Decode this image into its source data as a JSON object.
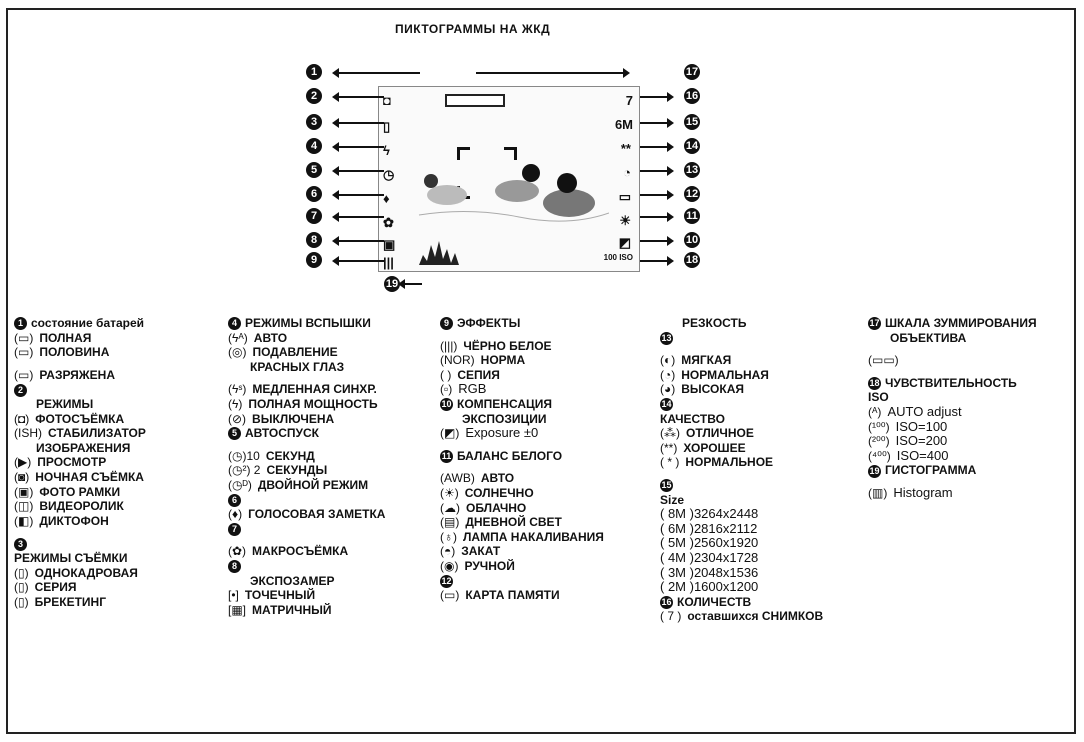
{
  "title": "ПИКТОГРАММЫ НА ЖКД",
  "diagram": {
    "left_numbers": [
      "1",
      "2",
      "3",
      "4",
      "5",
      "6",
      "7",
      "8",
      "9"
    ],
    "right_numbers": [
      "17",
      "16",
      "15",
      "14",
      "13",
      "12",
      "11",
      "10",
      "18"
    ],
    "bottom_number": "19",
    "lcd_readout": {
      "count": "7",
      "size": "6M",
      "iso": "100 ISO"
    }
  },
  "columns": [
    [
      {
        "num": "1",
        "text": "состояние батарей",
        "head": true
      },
      {
        "icon": "(▭)",
        "text": "ПОЛНАЯ"
      },
      {
        "icon": "(▭)",
        "text": "ПОЛОВИНА"
      },
      {
        "gap": true
      },
      {
        "icon": "(▭)",
        "text": "РАЗРЯЖЕНА"
      },
      {
        "num": "2",
        "text": ""
      },
      {
        "text": "РЕЖИМЫ",
        "head": true,
        "indent": true
      },
      {
        "icon": "(◘)",
        "text": "ФОТОСЪЁМКА"
      },
      {
        "icon": "(ISH)",
        "text": "СТАБИЛИЗАТОР"
      },
      {
        "text": "ИЗОБРАЖЕНИЯ",
        "indent": true
      },
      {
        "icon": "(▶)",
        "text": "ПРОСМОТР"
      },
      {
        "icon": "(◙)",
        "text": "НОЧНАЯ СЪЁМКА"
      },
      {
        "icon": "(▣)",
        "text": "ФОТО РАМКИ"
      },
      {
        "icon": "(◫)",
        "text": "ВИДЕОРОЛИК"
      },
      {
        "icon": "(◧)",
        "text": "ДИКТОФОН"
      },
      {
        "gap": true
      },
      {
        "num": "3",
        "text": ""
      },
      {
        "text": "РЕЖИМЫ СЪЁМКИ",
        "head": true
      },
      {
        "icon": "(▯)",
        "text": "ОДНОКАДРОВАЯ"
      },
      {
        "icon": "(▯)",
        "text": "СЕРИЯ"
      },
      {
        "icon": "(▯)",
        "text": "БРЕКЕТИНГ"
      }
    ],
    [
      {
        "num": "4",
        "text": "РЕЖИМЫ ВСПЫШКИ",
        "head": true
      },
      {
        "icon": "(ϟᴬ)",
        "text": "АВТО"
      },
      {
        "icon": "(◎)",
        "text": "ПОДАВЛЕНИЕ"
      },
      {
        "text": "КРАСНЫХ ГЛАЗ",
        "indent": true
      },
      {
        "gap": true
      },
      {
        "icon": "(ϟˢ)",
        "text": "МЕДЛЕННАЯ СИНХР."
      },
      {
        "icon": "(ϟ)",
        "text": "ПОЛНАЯ МОЩНОСТЬ"
      },
      {
        "icon": "(⊘)",
        "text": "ВЫКЛЮЧЕНА"
      },
      {
        "num": "5",
        "text": "АВТОСПУСК",
        "head": true
      },
      {
        "gap": true
      },
      {
        "icon": "(◷)10",
        "text": "СЕКУНД"
      },
      {
        "icon": "(◷²) 2",
        "text": "СЕКУНДЫ"
      },
      {
        "icon": "(◷ᴰ)",
        "text": "ДВОЙНОЙ РЕЖИМ"
      },
      {
        "num": "6",
        "text": ""
      },
      {
        "icon": "(♦)",
        "text": "ГОЛОСОВАЯ ЗАМЕТКА"
      },
      {
        "num": "7",
        "text": ""
      },
      {
        "gap": true
      },
      {
        "icon": "(✿)",
        "text": "МАКРОСЪЁМКА"
      },
      {
        "num": "8",
        "text": ""
      },
      {
        "text": "ЭКСПОЗАМЕР",
        "head": true,
        "indent": true
      },
      {
        "icon": "[•]",
        "text": "ТОЧЕЧНЫЙ"
      },
      {
        "icon": "[▦]",
        "text": "МАТРИЧНЫЙ"
      }
    ],
    [
      {
        "num": "9",
        "text": "ЭФФЕКТЫ",
        "head": true
      },
      {
        "gap": true
      },
      {
        "icon": "(|||)",
        "text": "ЧЁРНО БЕЛОЕ"
      },
      {
        "icon": "(NOR)",
        "text": "НОРМА"
      },
      {
        "icon": "(   )",
        "text": "СЕПИЯ"
      },
      {
        "icon": "(▫)",
        "text": "RGB",
        "plain": true
      },
      {
        "num": "10",
        "text": "КОМПЕНСАЦИЯ",
        "head": true
      },
      {
        "text": "ЭКСПОЗИЦИИ",
        "head": true,
        "indent": true
      },
      {
        "icon": "(◩)",
        "text": "Exposure ±0",
        "plain": true
      },
      {
        "gap": true
      },
      {
        "num": "11",
        "text": "БАЛАНС БЕЛОГО",
        "head": true
      },
      {
        "gap": true
      },
      {
        "icon": "(AWB)",
        "text": "АВТО"
      },
      {
        "icon": "(☀)",
        "text": "СОЛНЕЧНО"
      },
      {
        "icon": "(☁)",
        "text": "ОБЛАЧНО"
      },
      {
        "icon": "(▤)",
        "text": "ДНЕВНОЙ СВЕТ"
      },
      {
        "icon": "(♁)",
        "text": "ЛАМПА НАКАЛИВАНИЯ"
      },
      {
        "icon": "(◓)",
        "text": "ЗАКАТ"
      },
      {
        "icon": "(◉)",
        "text": "РУЧНОЙ"
      },
      {
        "num": "12",
        "text": ""
      },
      {
        "icon": "(▭)",
        "text": "КАРТА ПАМЯТИ"
      }
    ],
    [
      {
        "text": "РЕЗКОСТЬ",
        "head": true,
        "indent": true
      },
      {
        "num": "13",
        "text": ""
      },
      {
        "gap": true
      },
      {
        "icon": "(◐)",
        "text": "МЯГКАЯ"
      },
      {
        "icon": "(◔)",
        "text": "НОРМАЛЬНАЯ"
      },
      {
        "icon": "(◕)",
        "text": "ВЫСОКАЯ"
      },
      {
        "num": "14",
        "text": ""
      },
      {
        "text": "КАЧЕСТВО",
        "head": true
      },
      {
        "icon": "(⁂)",
        "text": "ОТЛИЧНОЕ"
      },
      {
        "icon": "(**)",
        "text": "ХОРОШЕЕ"
      },
      {
        "icon": "( * )",
        "text": "НОРМАЛЬНОЕ"
      },
      {
        "gap": true
      },
      {
        "num": "15",
        "text": ""
      },
      {
        "text": "Size",
        "head": true
      },
      {
        "text": "( 8M )3264x2448",
        "plain": true
      },
      {
        "text": "( 6M )2816x2112",
        "plain": true
      },
      {
        "text": "( 5M )2560x1920",
        "plain": true
      },
      {
        "text": "( 4M )2304x1728",
        "plain": true
      },
      {
        "text": "( 3M )2048x1536",
        "plain": true
      },
      {
        "text": "( 2M )1600x1200",
        "plain": true
      },
      {
        "num": "16",
        "text": "КОЛИЧЕСТВ",
        "head": true
      },
      {
        "icon": "( 7 )",
        "text": "оставшихся СНИМКОВ"
      }
    ],
    [
      {
        "num": "17",
        "text": "ШКАЛА ЗУММИРОВАНИЯ",
        "head": true
      },
      {
        "text": "ОБЪЕКТИВА",
        "head": true,
        "indent": true
      },
      {
        "gap": true
      },
      {
        "icon": "(▭▭)",
        "text": ""
      },
      {
        "gap": true
      },
      {
        "num": "18",
        "text": "ЧУВСТВИТЕЛЬНОСТЬ",
        "head": true
      },
      {
        "text": "ISO",
        "head": true
      },
      {
        "icon": "(ᴬ)",
        "text": "AUTO adjust",
        "plain": true
      },
      {
        "icon": "(¹⁰⁰)",
        "text": "ISO=100",
        "plain": true
      },
      {
        "icon": "(²⁰⁰)",
        "text": "ISO=200",
        "plain": true
      },
      {
        "icon": "(⁴⁰⁰)",
        "text": "ISO=400",
        "plain": true
      },
      {
        "num": "19",
        "text": "ГИСТОГРАММА",
        "head": true
      },
      {
        "gap": true
      },
      {
        "icon": "(▥)",
        "text": "Histogram",
        "plain": true
      }
    ]
  ]
}
